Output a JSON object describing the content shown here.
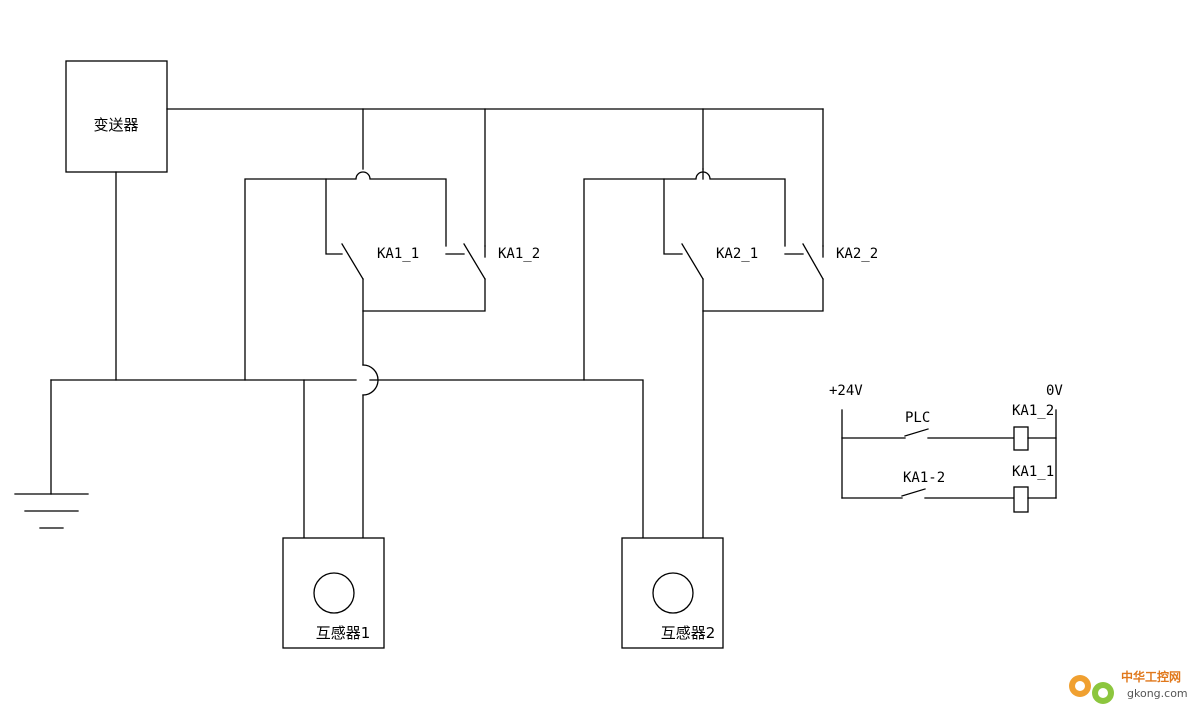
{
  "components": {
    "transmitter": "变送器",
    "sensor1": "互感器1",
    "sensor2": "互感器2"
  },
  "contacts": {
    "ka1_1": "KA1_1",
    "ka1_2": "KA1_2",
    "ka2_1": "KA2_1",
    "ka2_2": "KA2_2"
  },
  "control": {
    "supply_pos": "+24V",
    "supply_neg": "0V",
    "plc_contact": "PLC",
    "ka1_2_contact": "KA1-2",
    "coil_top": "KA1_2",
    "coil_bottom": "KA1_1"
  },
  "watermark": {
    "site_name": "中华工控网",
    "site_url": "gkong.com"
  },
  "colors": {
    "line": "#000000",
    "background": "#ffffff",
    "watermark_orange": "#f0a030",
    "watermark_green": "#8cc63e"
  }
}
